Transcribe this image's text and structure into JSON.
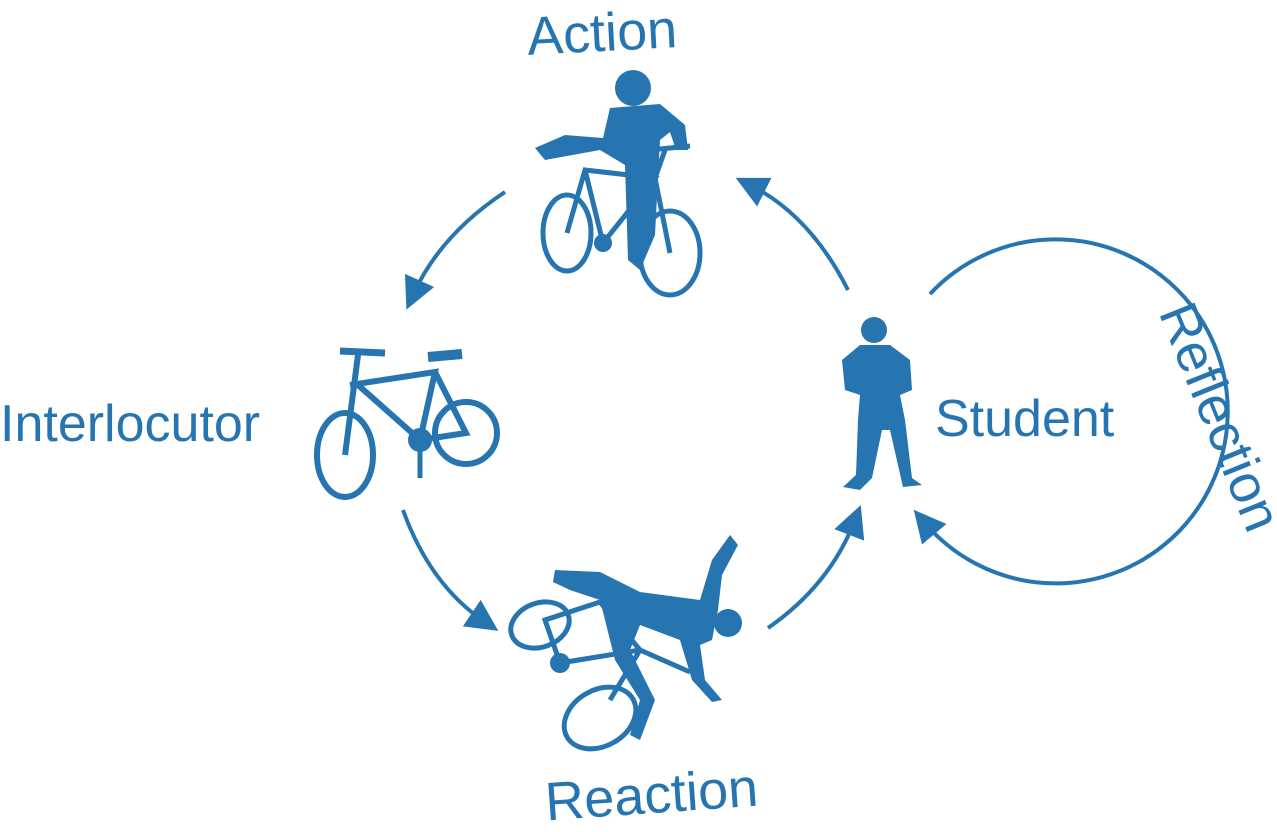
{
  "labels": {
    "action": "Action",
    "interlocutor": "Interlocutor",
    "student": "Student",
    "reaction": "Reaction",
    "reflection": "Reflection"
  },
  "colors": {
    "primary": "#2675b0",
    "background": "#ffffff"
  }
}
